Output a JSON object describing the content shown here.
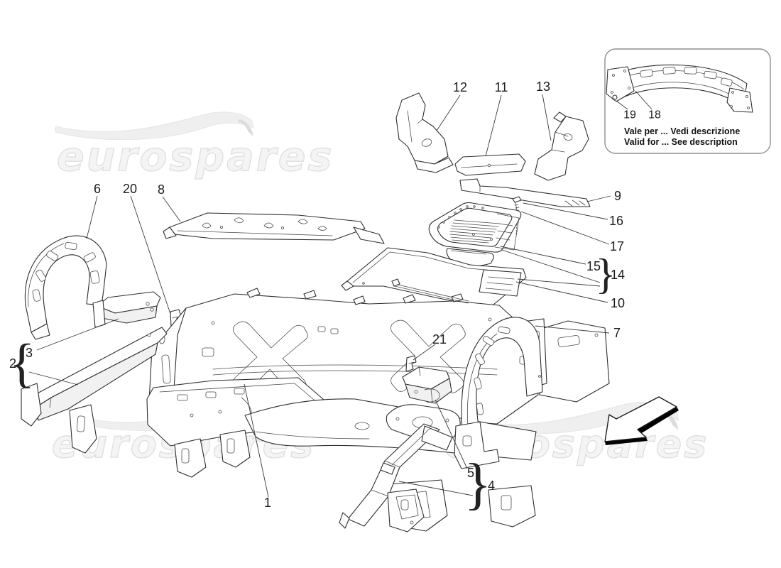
{
  "watermark": {
    "text": "eurospares"
  },
  "inset_box": {
    "note_line1": "Vale per ... Vedi descrizione",
    "note_line2": "Valid for ... See description",
    "label_19": "19",
    "label_18": "18"
  },
  "part_labels": {
    "1": "1",
    "2": "2",
    "3": "3",
    "4": "4",
    "5": "5",
    "6": "6",
    "7": "7",
    "8": "8",
    "9": "9",
    "10": "10",
    "11": "11",
    "12": "12",
    "13": "13",
    "14": "14",
    "15": "15",
    "16": "16",
    "17": "17",
    "18": "18",
    "19": "19",
    "20": "20",
    "21": "21"
  },
  "braces": {
    "open": "{",
    "close": "}"
  },
  "colors": {
    "background": "#ffffff",
    "line_art": "#2e2e2e",
    "label_text": "#1c1c1c",
    "watermark_fill": "#f4f4f4",
    "watermark_outline": "#dedede",
    "inset_border": "#8f8f8f",
    "arrow_edge": "#000000"
  }
}
